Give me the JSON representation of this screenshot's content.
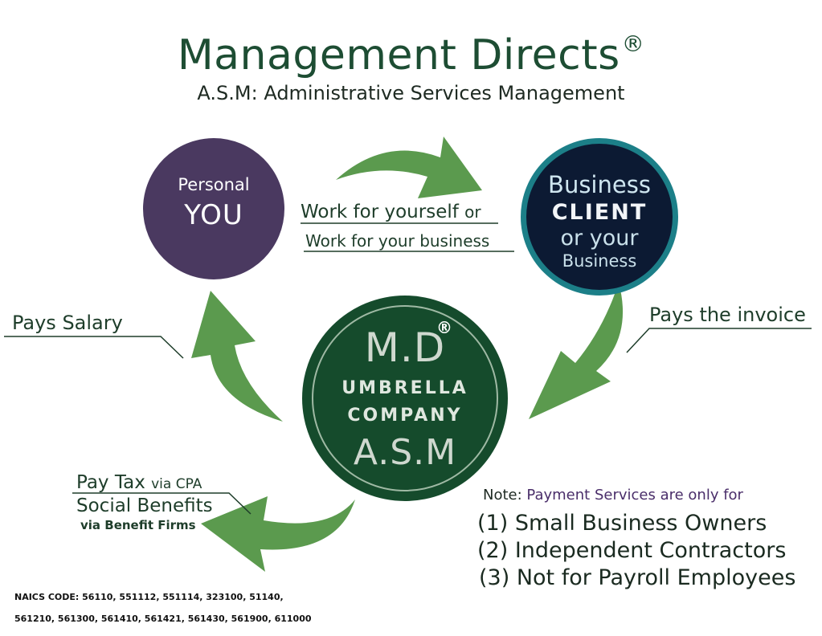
{
  "header": {
    "title": "Management Directs",
    "title_mark": "®",
    "subtitle": "A.S.M: Administrative Services Management"
  },
  "nodes": {
    "personal": {
      "line1": "Personal",
      "line2": "YOU"
    },
    "client": {
      "line1": "Business",
      "line2": "CLIENT",
      "line3": "or your",
      "line4": "Business"
    },
    "umbrella": {
      "line1": "M.D",
      "mark": "®",
      "line2": "UMBRELLA",
      "line3": "COMPANY",
      "line4": "A.S.M"
    }
  },
  "flows": {
    "work_line1": "Work for yourself",
    "work_or": "or",
    "work_line2": "Work for your business",
    "pays_invoice": "Pays the invoice",
    "pays_salary": "Pays Salary",
    "pay_tax": "Pay Tax",
    "pay_tax_via": "via CPA",
    "social_benefits": "Social Benefits",
    "benefit_firms": "via Benefit Firms"
  },
  "note": {
    "prefix": "Note:",
    "text": "Payment Services are only for",
    "items": [
      "(1) Small Business Owners",
      "(2) Independent Contractors",
      "(3) Not for Payroll Employees"
    ]
  },
  "naics": {
    "line1": "NAICS CODE: 56110, 551112, 551114, 323100, 51140,",
    "line2": "561210, 561300, 561410, 561421, 561430, 561900, 611000"
  },
  "colors": {
    "arrow_green": "#5b9a4e",
    "title_green": "#1d4d33",
    "personal_purple": "#4a3960",
    "client_navy": "#0c1a33",
    "client_ring": "#1c7f88",
    "umbrella_green": "#154b2c"
  }
}
